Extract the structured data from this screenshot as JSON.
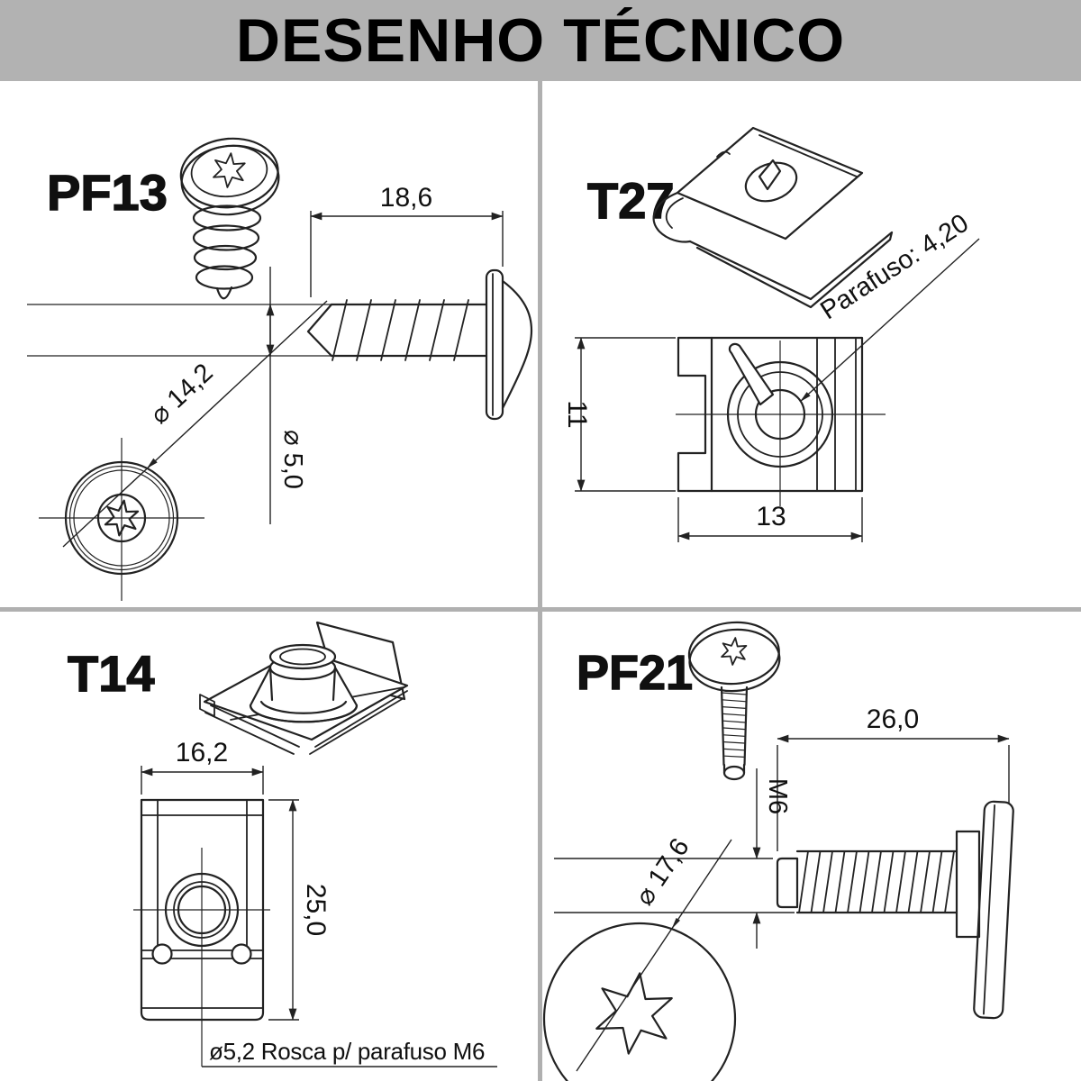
{
  "header": {
    "title": "DESENHO TÉCNICO"
  },
  "colors": {
    "banner": "#b2b2b2",
    "divider": "#b0b0b0",
    "line": "#222222",
    "background": "#ffffff"
  },
  "parts": {
    "pf13": {
      "code": "PF13",
      "dim_length": "18,6",
      "dim_shank_diameter": "⌀ 5,0",
      "dim_head_diameter": "⌀ 14,2"
    },
    "t27": {
      "code": "T27",
      "dim_height": "11",
      "dim_width": "13",
      "note_screw": "Parafuso: 4,20"
    },
    "t14": {
      "code": "T14",
      "dim_width": "16,2",
      "dim_height": "25,0",
      "note_thread": "ø5,2 Rosca p/ parafuso M6"
    },
    "pf21": {
      "code": "PF21",
      "dim_length": "26,0",
      "dim_thread": "M6",
      "dim_head_diameter": "⌀ 17,6"
    }
  }
}
